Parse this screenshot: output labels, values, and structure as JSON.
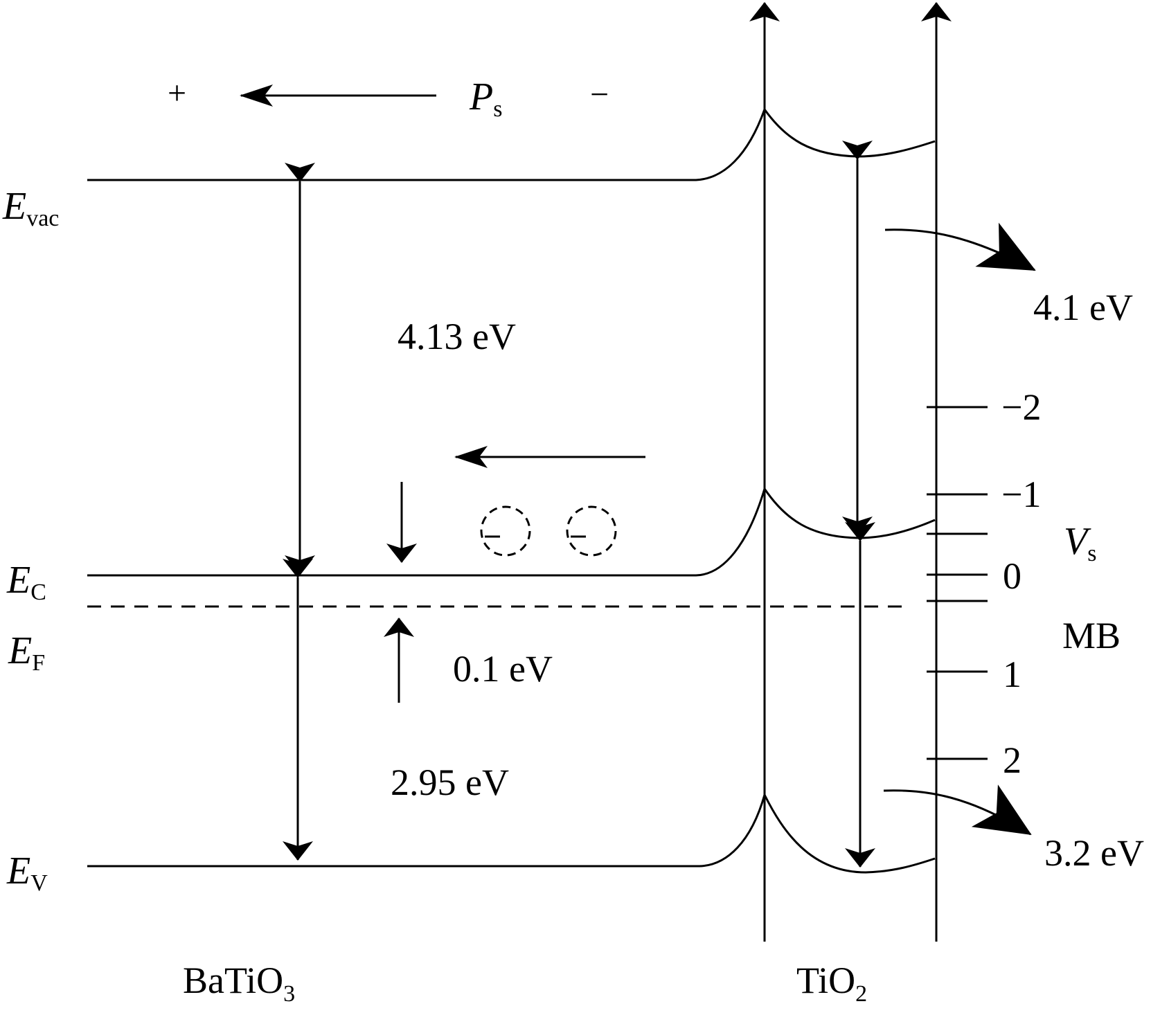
{
  "polarization": {
    "plus": "+",
    "minus": "−",
    "symbol": "P",
    "subscript": "s"
  },
  "levels": {
    "vac": {
      "symbol": "E",
      "subscript": "vac"
    },
    "c": {
      "symbol": "E",
      "subscript": "C"
    },
    "f": {
      "symbol": "E",
      "subscript": "F"
    },
    "v": {
      "symbol": "E",
      "subscript": "V"
    }
  },
  "energies": {
    "electron_affinity": "4.13 eV",
    "ef_offset": "0.1 eV",
    "band_gap": "2.95 eV",
    "tio2_affinity": "4.1 eV",
    "tio2_gap": "3.2 eV"
  },
  "scale": {
    "ticks": [
      "−2",
      "−1",
      "0",
      "1",
      "2"
    ],
    "vs_symbol": "V",
    "vs_subscript": "s",
    "reference": "MB"
  },
  "materials": {
    "left": {
      "name": "BaTiO",
      "subscript": "3"
    },
    "right": {
      "name": "TiO",
      "subscript": "2"
    }
  }
}
